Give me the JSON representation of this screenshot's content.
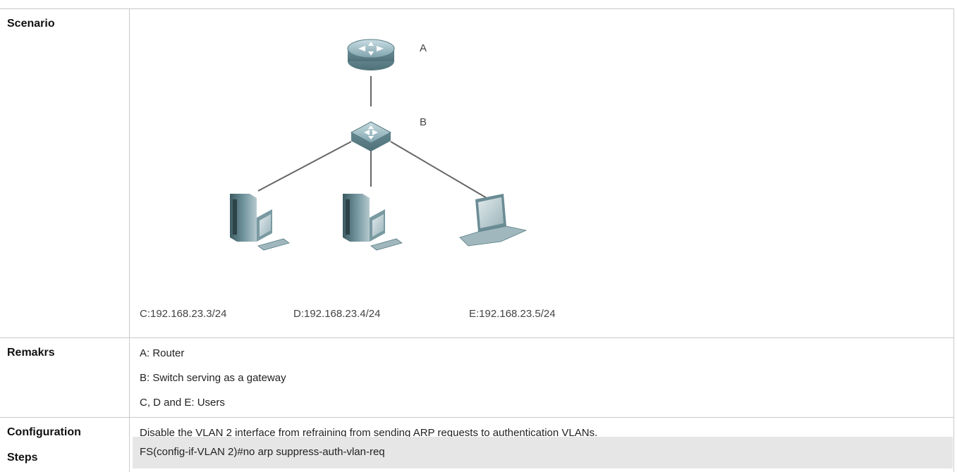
{
  "rows": {
    "scenario": {
      "label": "Scenario",
      "diagram": {
        "router_tag": "A",
        "switch_tag": "B",
        "hosts": [
          {
            "id": "C",
            "label": "C:192.168.23.3/24",
            "icon": "desktop-pc-icon"
          },
          {
            "id": "D",
            "label": "D:192.168.23.4/24",
            "icon": "desktop-pc-icon"
          },
          {
            "id": "E",
            "label": "E:192.168.23.5/24",
            "icon": "laptop-icon"
          }
        ],
        "router_icon": "router-icon",
        "switch_icon": "switch-icon"
      }
    },
    "remarks": {
      "label": "Remakrs",
      "lines": [
        "A: Router",
        "B: Switch serving as a gateway",
        "C, D and E: Users"
      ]
    },
    "configuration": {
      "label_line1": "Configuration",
      "label_line2": "Steps",
      "description": "Disable the VLAN 2 interface from refraining from sending ARP requests to authentication VLANs.",
      "command": "FS(config-if-VLAN 2)#no arp suppress-auth-vlan-req"
    }
  },
  "colors": {
    "border": "#c9c9c9",
    "code_background": "#e6e6e6",
    "device_teal": "#8fb0b8"
  }
}
